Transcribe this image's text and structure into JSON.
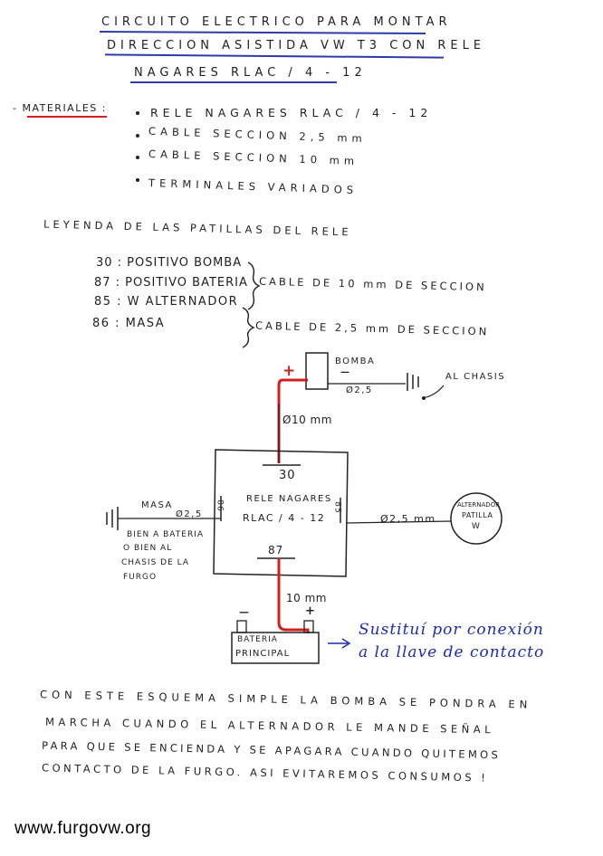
{
  "title": {
    "line1": "CIRCUITO ELECTRICO PARA MONTAR",
    "line2": "DIRECCION ASISTIDA VW T3 CON RELE",
    "line3": "NAGARES RLAC / 4 - 12"
  },
  "materials": {
    "heading": "- MATERIALES :",
    "items": [
      "RELE NAGARES RLAC / 4 - 12",
      "CABLE SECCION 2,5 mm",
      "CABLE SECCION 10 mm",
      "TERMINALES VARIADOS"
    ]
  },
  "legend": {
    "heading": "LEYENDA DE LAS PATILLAS DEL RELE",
    "pins": [
      "30 : POSITIVO BOMBA",
      "87 : POSITIVO BATERIA",
      "85 : W ALTERNADOR",
      "86 : MASA"
    ],
    "group1_note": "CABLE DE 10 mm DE SECCION",
    "group2_note": "CABLE DE 2,5 mm DE SECCION"
  },
  "diagram": {
    "bomba_label": "BOMBA",
    "bomba_sign": "—",
    "bomba_cable": "Ø2,5",
    "chasis_label": "AL CHASIS",
    "plus_sign": "+",
    "cable_10_top": "Ø10 mm",
    "relay_label_1": "RELE NAGARES",
    "relay_label_2": "RLAC / 4 - 12",
    "pin_30": "30",
    "pin_87": "87",
    "pin_86": "86",
    "pin_85": "85",
    "masa_label": "MASA",
    "masa_cable": "Ø2,5",
    "masa_note": [
      "BIEN A BATERIA",
      "O BIEN AL",
      "CHASIS DE LA",
      "FURGO"
    ],
    "alt_cable": "Ø2,5 mm",
    "alt_label_1": "ALTERNADOR",
    "alt_label_2": "PATILLA",
    "alt_label_3": "W",
    "cable_10_bottom": "10 mm",
    "battery_minus": "—",
    "battery_plus": "+",
    "battery_label_1": "BATERIA",
    "battery_label_2": "PRINCIPAL",
    "blue_note_1": "Sustituí por conexión",
    "blue_note_2": "a la llave de contacto"
  },
  "paragraph": [
    "CON ESTE ESQUEMA SIMPLE LA BOMBA SE PONDRA EN",
    "MARCHA CUANDO EL ALTERNADOR LE MANDE SEÑAL",
    "PARA QUE SE ENCIENDA Y SE APAGARA CUANDO QUITEMOS",
    "CONTACTO DE LA FURGO. ASI EVITAREMOS CONSUMOS !"
  ],
  "footer": "www.furgovw.org",
  "colors": {
    "ink": "#1f1f1f",
    "underline_blue": "#2f3aa8",
    "underline_red": "#d11f1f",
    "wire_red": "#d11f1f",
    "note_blue": "#1b2bb5"
  }
}
